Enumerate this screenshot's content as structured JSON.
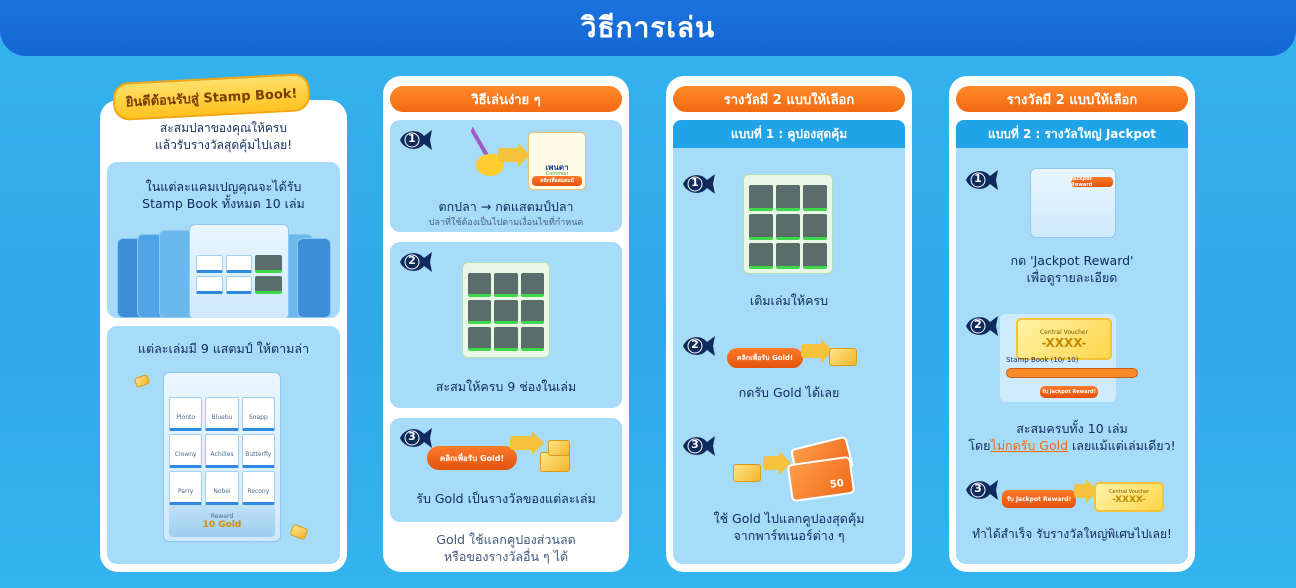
{
  "header": {
    "title": "วิธีการเล่น"
  },
  "card1": {
    "tag": "ยินดีต้อนรับสู่ Stamp Book!",
    "subtitle_1": "สะสมปลาของคุณให้ครบ",
    "subtitle_2": "แล้วรับรางวัลสุดคุ้มไปเลย!",
    "panel1_line1": "ในแต่ละแคมเปญคุณจะได้รับ",
    "panel1_line2": "Stamp Book ทั้งหมด 10 เล่ม",
    "panel2_line1": "แต่ละเล่มมี 9 แสตมป์ ให้ตามล่า",
    "book": {
      "fish": [
        "Plonto",
        "Bluebu",
        "Snapp",
        "Clowny",
        "Achilles",
        "Butterfly",
        "Parry",
        "Nobei",
        "Recony"
      ],
      "reward_label": "Reward",
      "reward_value": "10 Gold"
    }
  },
  "card2": {
    "pill": "วิธีเล่นง่าย ๆ",
    "step1_line1": "ตกปลา → กดแสตมป์ปลา",
    "step1_line2": "ปลาที่ใช้ต้องเป็นไปตามเงื่อนไขที่กำหนด",
    "step1_card_title": "เพนดา",
    "step1_card_sub": "Common",
    "step1_card_btn": "คลิกเพื่อสแตมป์",
    "step2_line1": "สะสมให้ครบ 9 ช่องในเล่ม",
    "step3_btn": "คลิกเพื่อรับ Gold!",
    "step3_line1": "รับ Gold เป็นรางวัลของแต่ละเล่ม",
    "footer_line1": "Gold ใช้แลกคูปองส่วนลด",
    "footer_line2": "หรือของรางวัลอื่น ๆ ได้"
  },
  "card3": {
    "pill": "รางวัลมี 2 แบบให้เลือก",
    "subheader": "แบบที่ 1 : คูปองสุดคุ้ม",
    "step1_line1": "เติมเล่มให้ครบ",
    "step2_btn": "คลิกเพื่อรับ Gold!",
    "step2_line1": "กดรับ Gold ได้เลย",
    "step3_voucher_price": "50",
    "step3_line1": "ใช้ Gold ไปแลกคูปองสุดคุ้ม",
    "step3_line2": "จากพาร์ทเนอร์ต่าง ๆ"
  },
  "card4": {
    "pill": "รางวัลมี 2 แบบให้เลือก",
    "subheader": "แบบที่ 2 : รางวัลใหญ่ Jackpot",
    "step1_badge": "Jackpot Reward",
    "step1_line1": "กด 'Jackpot  Reward'",
    "step1_line2": "เพื่อดูรายละเอียด",
    "step2_voucher_title": "Central Voucher",
    "step2_voucher_code": "-XXXX-",
    "step2_progress_label": "Stamp Book (10/ 10)",
    "step2_btn": "รับ Jackpot Reward!",
    "step2_line1": "สะสมครบทั้ง 10 เล่ม",
    "step2_line2_pre": "โดย",
    "step2_line2_link": "ไม่กดรับ Gold",
    "step2_line2_post": " เลยแม้แต่เล่มเดียว!",
    "step3_btn": "รับ Jackpot Reward!",
    "step3_voucher_title": "Central Voucher",
    "step3_voucher_code": "-XXXX-",
    "step3_line1": "ทำได้สำเร็จ รับรางวัลใหญ่พิเศษไปเลย!"
  },
  "steps": [
    "1",
    "2",
    "3"
  ],
  "colors": {
    "primary_blue": "#1466d3",
    "orange": "#f26a12",
    "light_panel": "#a6dcf8",
    "gold": "#f3b52a"
  }
}
